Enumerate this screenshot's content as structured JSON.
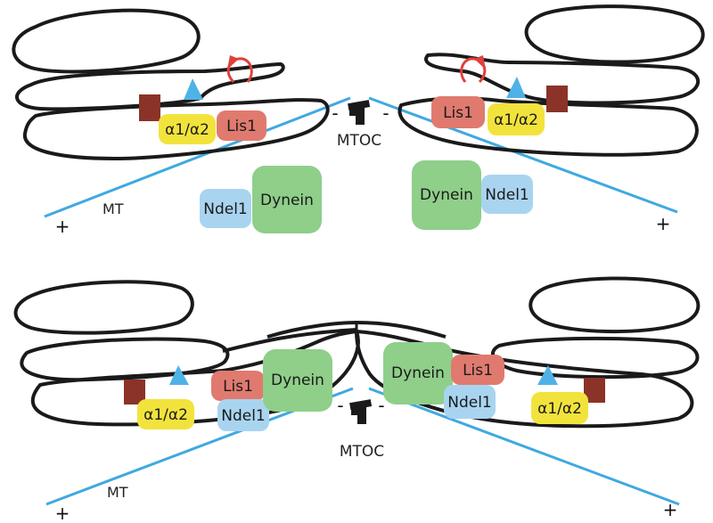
{
  "colors": {
    "mt": "#3fa9e0",
    "nucleus_outline": "#1a1a1a",
    "alpha_fill": "#f2e33c",
    "lis1_fill": "#e07a6f",
    "ndel1_fill": "#a9d4f0",
    "dynein_fill": "#8fcf8a",
    "block_fill": "#8b3328",
    "triangle_fill": "#4fb2e6",
    "arrow": "#e0403a"
  },
  "labels": {
    "alpha": "α1/α2",
    "lis1": "Lis1",
    "ndel1": "Ndel1",
    "dynein": "Dynein",
    "mtoc": "MTOC",
    "mt": "MT",
    "plus": "+",
    "minus": "-"
  },
  "icons": {
    "mtoc": "mtoc-icon",
    "rotation": "rotation-arrow-icon"
  }
}
